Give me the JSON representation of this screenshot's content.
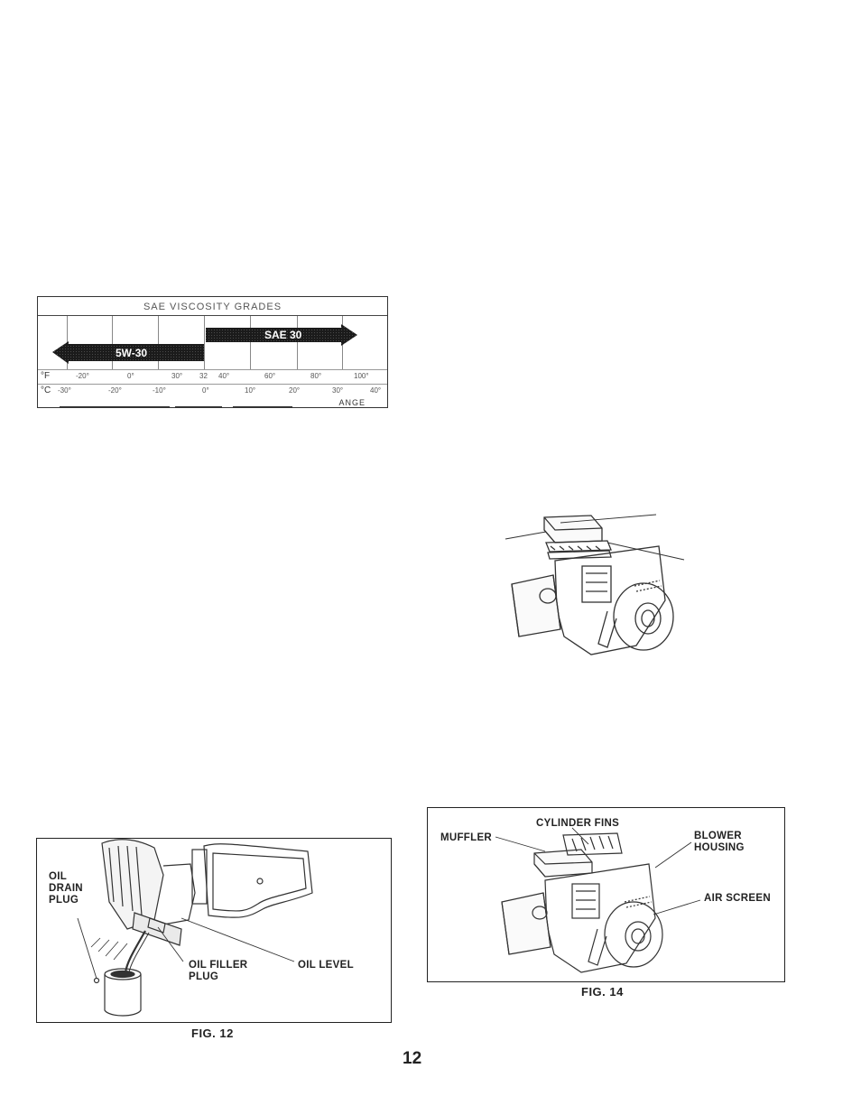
{
  "viscosity_chart": {
    "title": "SAE VISCOSITY GRADES",
    "grade_low": "5W-30",
    "grade_high": "SAE 30",
    "fahrenheit_unit": "°F",
    "celsius_unit": "°C",
    "fahrenheit_ticks": [
      "-20°",
      "0°",
      "30°",
      "32",
      "40°",
      "60°",
      "80°",
      "100°"
    ],
    "celsius_ticks": [
      "-30°",
      "-20°",
      "-10°",
      "0°",
      "10°",
      "20°",
      "30°",
      "40°"
    ],
    "range_label": "ANGE"
  },
  "fig12": {
    "caption": "FIG. 12",
    "callouts": {
      "oil_drain_plug": "OIL\nDRAIN\nPLUG",
      "oil_filler_plug": "OIL FILLER\nPLUG",
      "oil_level": "OIL LEVEL"
    }
  },
  "fig14": {
    "caption": "FIG. 14",
    "callouts": {
      "muffler": "MUFFLER",
      "cylinder_fins": "CYLINDER FINS",
      "blower_housing": "BLOWER\nHOUSING",
      "air_screen": "AIR SCREEN"
    }
  },
  "page_number": "12"
}
